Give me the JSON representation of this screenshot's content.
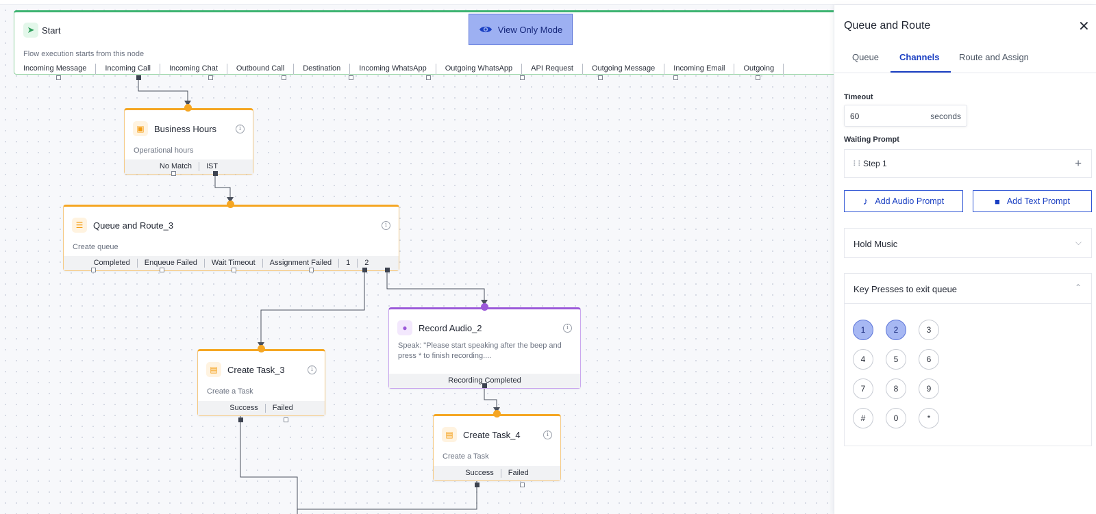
{
  "view_mode_label": "View Only Mode",
  "start": {
    "title": "Start",
    "description": "Flow execution starts from this node",
    "outputs": [
      "Incoming Message",
      "Incoming Call",
      "Incoming Chat",
      "Outbound Call",
      "Destination",
      "Incoming WhatsApp",
      "Outgoing WhatsApp",
      "API Request",
      "Outgoing Message",
      "Incoming Email",
      "Outgoing"
    ]
  },
  "nodes": {
    "business_hours": {
      "title": "Business Hours",
      "description": "Operational hours",
      "outputs": [
        "No Match",
        "IST"
      ]
    },
    "queue_route": {
      "title": "Queue and Route_3",
      "description": "Create queue",
      "outputs": [
        "Completed",
        "Enqueue Failed",
        "Wait Timeout",
        "Assignment Failed",
        "1",
        "2"
      ]
    },
    "record_audio": {
      "title": "Record Audio_2",
      "description": "Speak: \"Please start speaking after the beep and press * to finish recording....",
      "outputs": [
        "Recording Completed"
      ]
    },
    "create_task_3": {
      "title": "Create Task_3",
      "description": "Create a Task",
      "outputs": [
        "Success",
        "Failed"
      ]
    },
    "create_task_4": {
      "title": "Create Task_4",
      "description": "Create a Task",
      "outputs": [
        "Success",
        "Failed"
      ]
    }
  },
  "panel": {
    "title": "Queue and Route",
    "tabs": [
      "Queue",
      "Channels",
      "Route and Assign"
    ],
    "active_tab": "Channels",
    "timeout_label": "Timeout",
    "timeout_value": "60",
    "timeout_unit": "seconds",
    "waiting_prompt_label": "Waiting Prompt",
    "step_label": "Step 1",
    "add_audio_prompt": "Add Audio Prompt",
    "add_text_prompt": "Add Text Prompt",
    "hold_music_label": "Hold Music",
    "key_presses_label": "Key Presses to exit queue",
    "keys": [
      "1",
      "2",
      "3",
      "4",
      "5",
      "6",
      "7",
      "8",
      "9",
      "#",
      "0",
      "*"
    ],
    "selected_keys": [
      "1",
      "2"
    ]
  },
  "colors": {
    "accent": "#1a3fc2",
    "node_orange": "#f5a623",
    "node_purple": "#9b59d9",
    "start_green": "#3cb371"
  }
}
